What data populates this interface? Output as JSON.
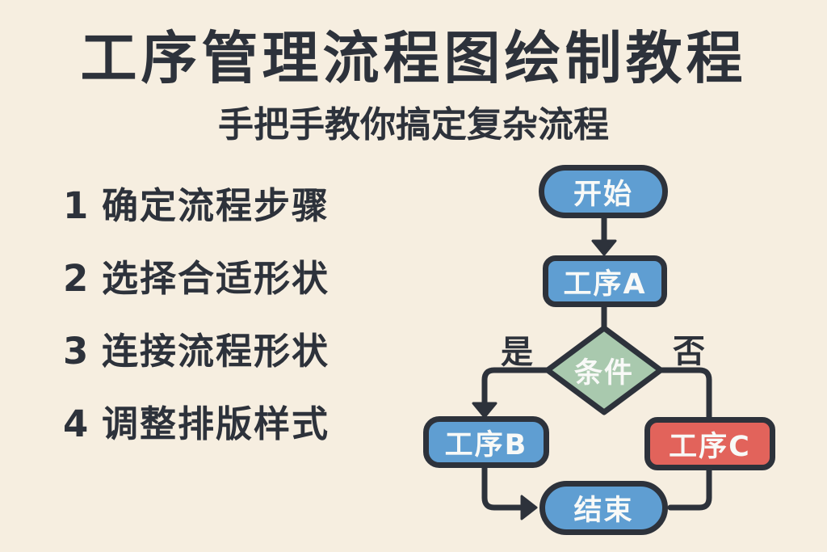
{
  "header": {
    "title": "工序管理流程图绘制教程",
    "subtitle": "手把手教你搞定复杂流程"
  },
  "steps": [
    {
      "num": "1",
      "label": "确定流程步骤"
    },
    {
      "num": "2",
      "label": "选择合适形状"
    },
    {
      "num": "3",
      "label": "连接流程形状"
    },
    {
      "num": "4",
      "label": "调整排版样式"
    }
  ],
  "flowchart": {
    "nodes": {
      "start": {
        "label": "开始",
        "shape": "stadium",
        "fill": "#5f9ed2"
      },
      "process_a": {
        "label": "工序A",
        "shape": "rounded-rect",
        "fill": "#5f9ed2"
      },
      "condition": {
        "label": "条件",
        "shape": "diamond",
        "fill": "#a9c9ae"
      },
      "process_b": {
        "label": "工序B",
        "shape": "rounded-rect",
        "fill": "#5f9ed2"
      },
      "process_c": {
        "label": "工序C",
        "shape": "rounded-rect",
        "fill": "#e2635b"
      },
      "end": {
        "label": "结束",
        "shape": "stadium",
        "fill": "#5f9ed2"
      }
    },
    "edges": [
      {
        "from": "start",
        "to": "process_a",
        "label": ""
      },
      {
        "from": "process_a",
        "to": "condition",
        "label": ""
      },
      {
        "from": "condition",
        "to": "process_b",
        "label": "是"
      },
      {
        "from": "condition",
        "to": "process_c",
        "label": "否"
      },
      {
        "from": "process_b",
        "to": "end",
        "label": ""
      },
      {
        "from": "process_c",
        "to": "end",
        "label": ""
      }
    ]
  },
  "colors": {
    "background": "#f6eee0",
    "ink": "#2d323b",
    "node_blue": "#5f9ed2",
    "node_green": "#a9c9ae",
    "node_red": "#e2635b",
    "node_text": "#f8f9f7"
  }
}
